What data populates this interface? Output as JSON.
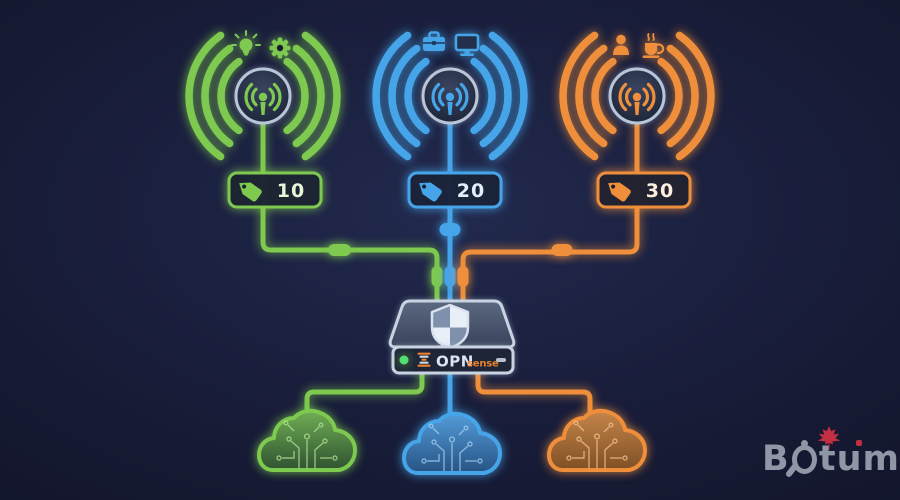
{
  "colors": {
    "green": "#7ec94f",
    "blue": "#46a4e9",
    "orange": "#ef8f3b",
    "rim": "#b9c6d8",
    "background": "#161b33",
    "brand_orange": "#e8802d",
    "maple_red": "#c22f42"
  },
  "networks": [
    {
      "vlan": "10",
      "color": "green",
      "icons": [
        "lightbulb-icon",
        "gear-icon"
      ]
    },
    {
      "vlan": "20",
      "color": "blue",
      "icons": [
        "briefcase-icon",
        "monitor-icon"
      ]
    },
    {
      "vlan": "30",
      "color": "orange",
      "icons": [
        "person-icon",
        "coffee-icon"
      ]
    }
  ],
  "firewall": {
    "label_prefix": "OPN",
    "label_suffix": "sense"
  },
  "watermark": {
    "text_start": "B",
    "text_end": "tum"
  }
}
